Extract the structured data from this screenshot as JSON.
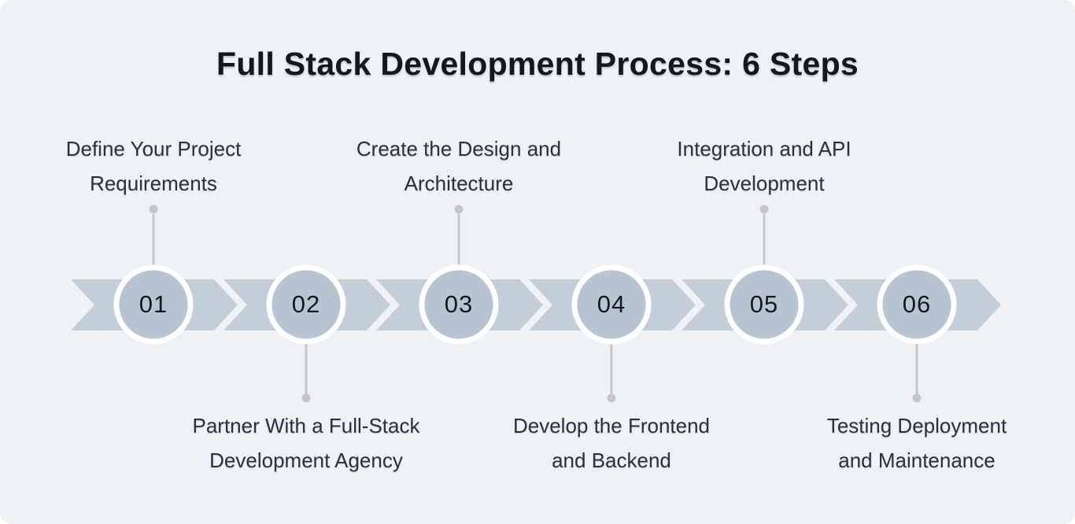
{
  "title": "Full Stack Development Process: 6 Steps",
  "steps": [
    {
      "number": "01",
      "lines": [
        "Define Your Project",
        "Requirements"
      ],
      "label": "Define Your Project Requirements",
      "position": "above"
    },
    {
      "number": "02",
      "lines": [
        "Partner With a Full-Stack",
        "Development Agency"
      ],
      "label": "Partner With a Full-Stack Development Agency",
      "position": "below"
    },
    {
      "number": "03",
      "lines": [
        "Create the Design and",
        "Architecture"
      ],
      "label": "Create the Design and Architecture",
      "position": "above"
    },
    {
      "number": "04",
      "lines": [
        "Develop the Frontend",
        "and Backend"
      ],
      "label": "Develop the Frontend and Backend",
      "position": "below"
    },
    {
      "number": "05",
      "lines": [
        "Integration and API",
        "Development"
      ],
      "label": "Integration and API Development",
      "position": "above"
    },
    {
      "number": "06",
      "lines": [
        "Testing Deployment",
        "and Maintenance"
      ],
      "label": "Testing Deployment and Maintenance",
      "position": "below"
    }
  ],
  "colors": {
    "background": "#eef2f6",
    "chevron": "#c3ced8",
    "circle_fill": "#b6c5d1",
    "circle_ring": "#ffffff",
    "connector": "#c5c5c7",
    "title_text": "#15171d",
    "label_text": "#2d333e",
    "number_text": "#17191f"
  }
}
